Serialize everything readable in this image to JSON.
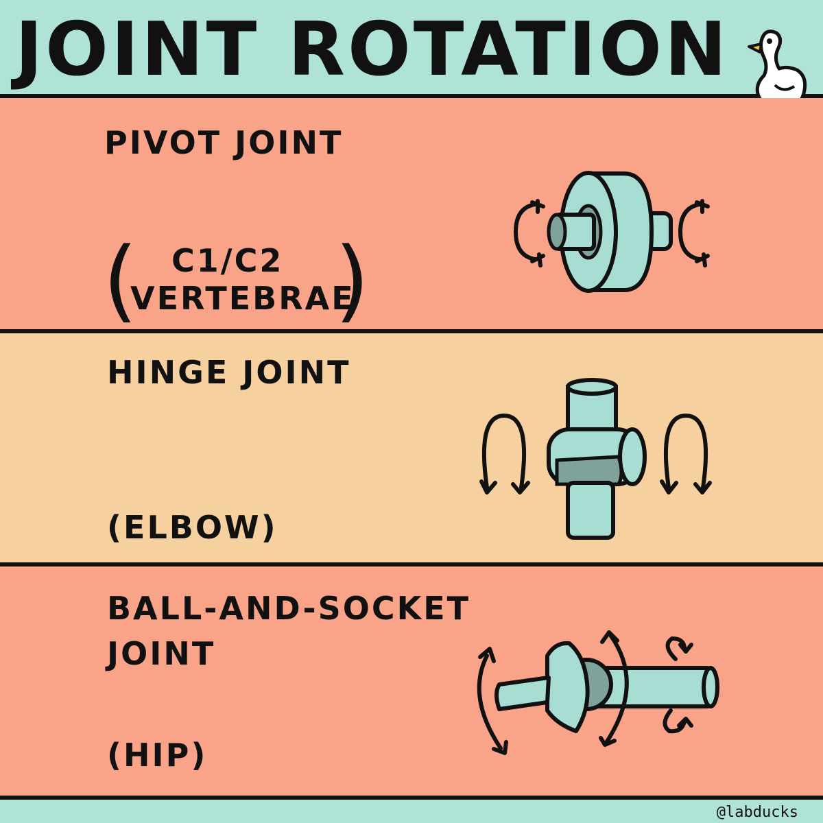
{
  "header": {
    "title": "JOINT ROTATION"
  },
  "sections": [
    {
      "name": "PIVOT JOINT",
      "example_line1": "C1/C2",
      "example_line2": "VERTEBRAE"
    },
    {
      "name": "HINGE JOINT",
      "example": "(ELBOW)"
    },
    {
      "name_line1": "BALL-AND-SOCKET",
      "name_line2": "JOINT",
      "example": "(HIP)"
    }
  ],
  "footer": {
    "credit": "@labducks"
  },
  "colors": {
    "header_bg": "#b0e3d8",
    "pivot_bg": "#f9a389",
    "hinge_bg": "#f7d0a0",
    "ball_bg": "#f9a389",
    "part_fill": "#a7ddd2",
    "shadow_fill": "#7fa39b"
  },
  "icons": [
    "duck-icon",
    "pivot-joint-icon",
    "hinge-joint-icon",
    "ball-socket-joint-icon",
    "rotation-arrow-icon"
  ]
}
